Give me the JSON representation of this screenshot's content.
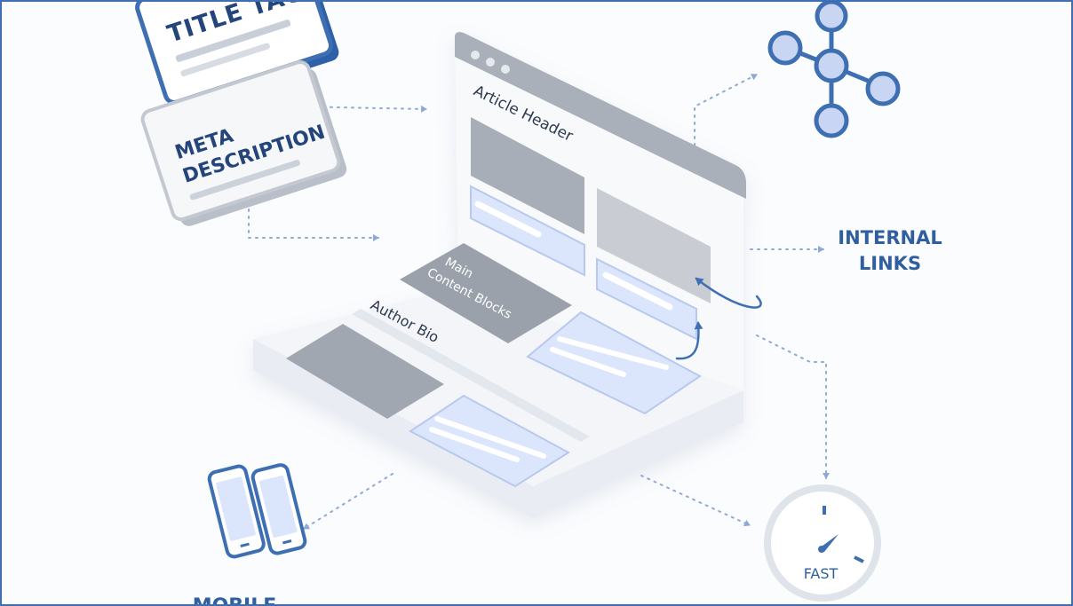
{
  "labels": {
    "title_tag": "TITLE TAG",
    "meta_line1": "META",
    "meta_line2": "DESCRIPTION",
    "article_header": "Article Header",
    "main_line1": "Main",
    "main_line2": "Content Blocks",
    "author_bio": "Author Bio",
    "internal_line1": "INTERNAL",
    "internal_line2": "LINKS",
    "fast": "FAST",
    "mobile": "MOBILE"
  },
  "colors": {
    "blue": "#3e6fb3",
    "blue_light": "#dbe5fb",
    "gray": "#a7aeb8",
    "gray_dark": "#9aa1ab",
    "frame_bg": "#fbfcfe"
  },
  "icons": [
    "network-icon",
    "smartphone-icon",
    "speedometer-icon",
    "link-arrow-icon"
  ]
}
